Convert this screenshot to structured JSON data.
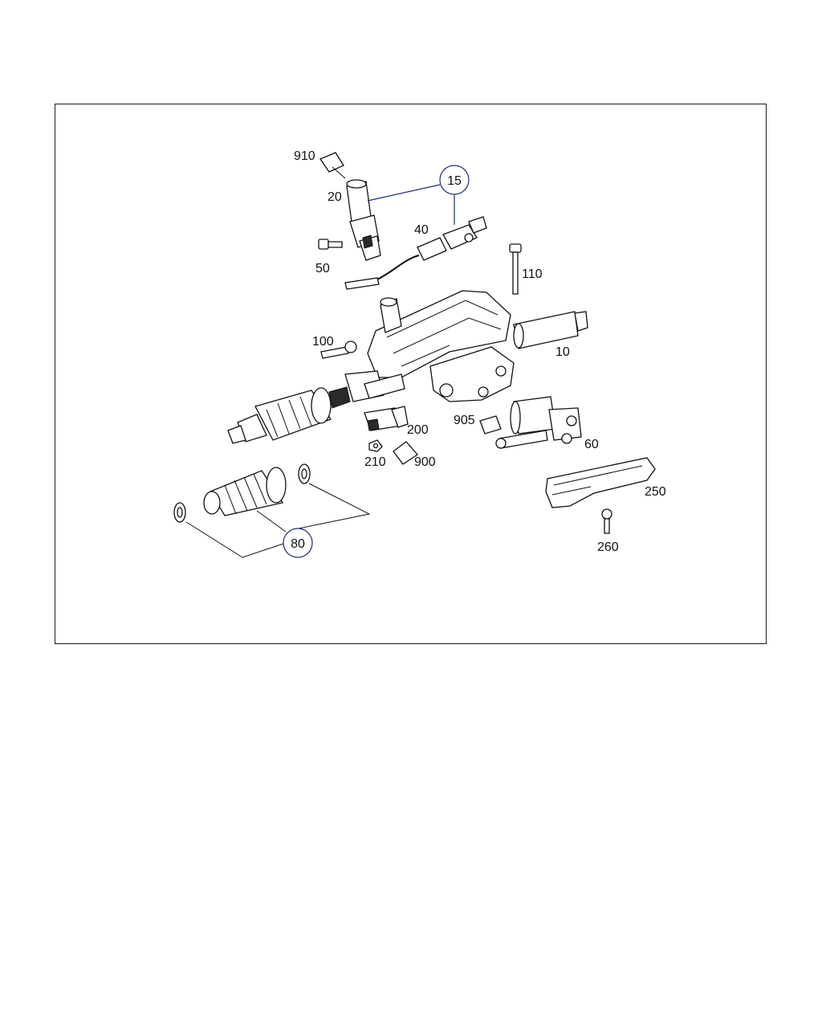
{
  "diagram": {
    "part_labels": {
      "p910": "910",
      "p20": "20",
      "p40": "40",
      "p50": "50",
      "p110": "110",
      "p100": "100",
      "p10": "10",
      "p905": "905",
      "p200": "200",
      "p60": "60",
      "p210": "210",
      "p900": "900",
      "p250": "250",
      "p260": "260"
    },
    "callouts": {
      "c15": "15",
      "c80": "80"
    }
  }
}
